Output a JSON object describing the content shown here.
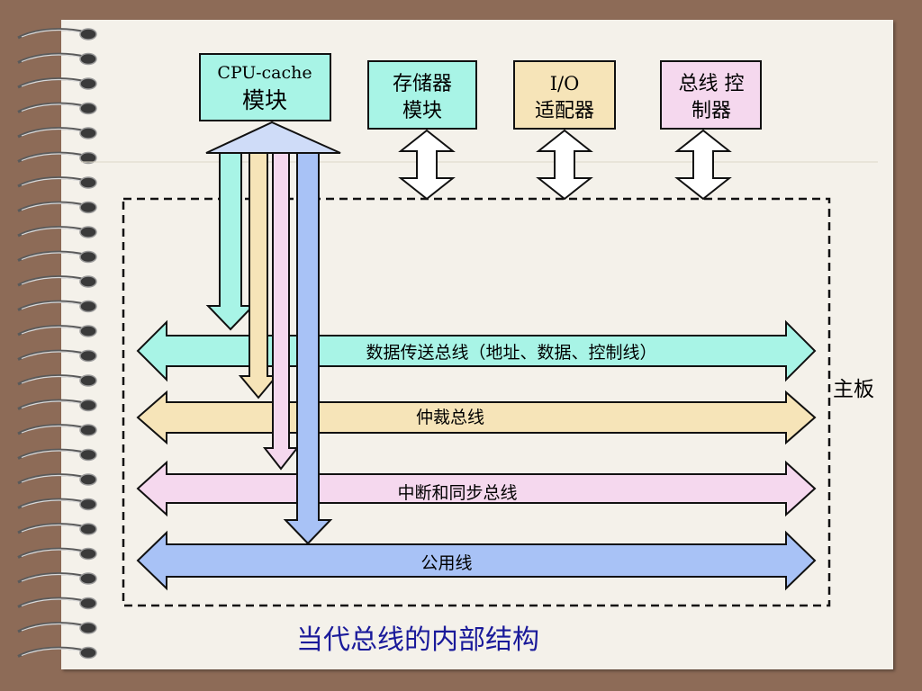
{
  "modules": {
    "cpu_line1": "CPU-cache",
    "cpu_line2": "模块",
    "memory_line1": "存储器",
    "memory_line2": "模块",
    "io_line1": "I/O",
    "io_line2": "适配器",
    "busctl_line1": "总线 控",
    "busctl_line2": "制器"
  },
  "buses": {
    "data_bus": "数据传送总线（地址、数据、控制线）",
    "arbitration_bus": "仲裁总线",
    "interrupt_sync_bus": "中断和同步总线",
    "common_bus": "公用线"
  },
  "board_label": "主板",
  "caption": "当代总线的内部结构",
  "colors": {
    "cyan": "#a8f4e6",
    "tan": "#f6e4b8",
    "pink": "#f5d8ee",
    "blue": "#a8c2f6",
    "caption": "#1a1a9a"
  }
}
